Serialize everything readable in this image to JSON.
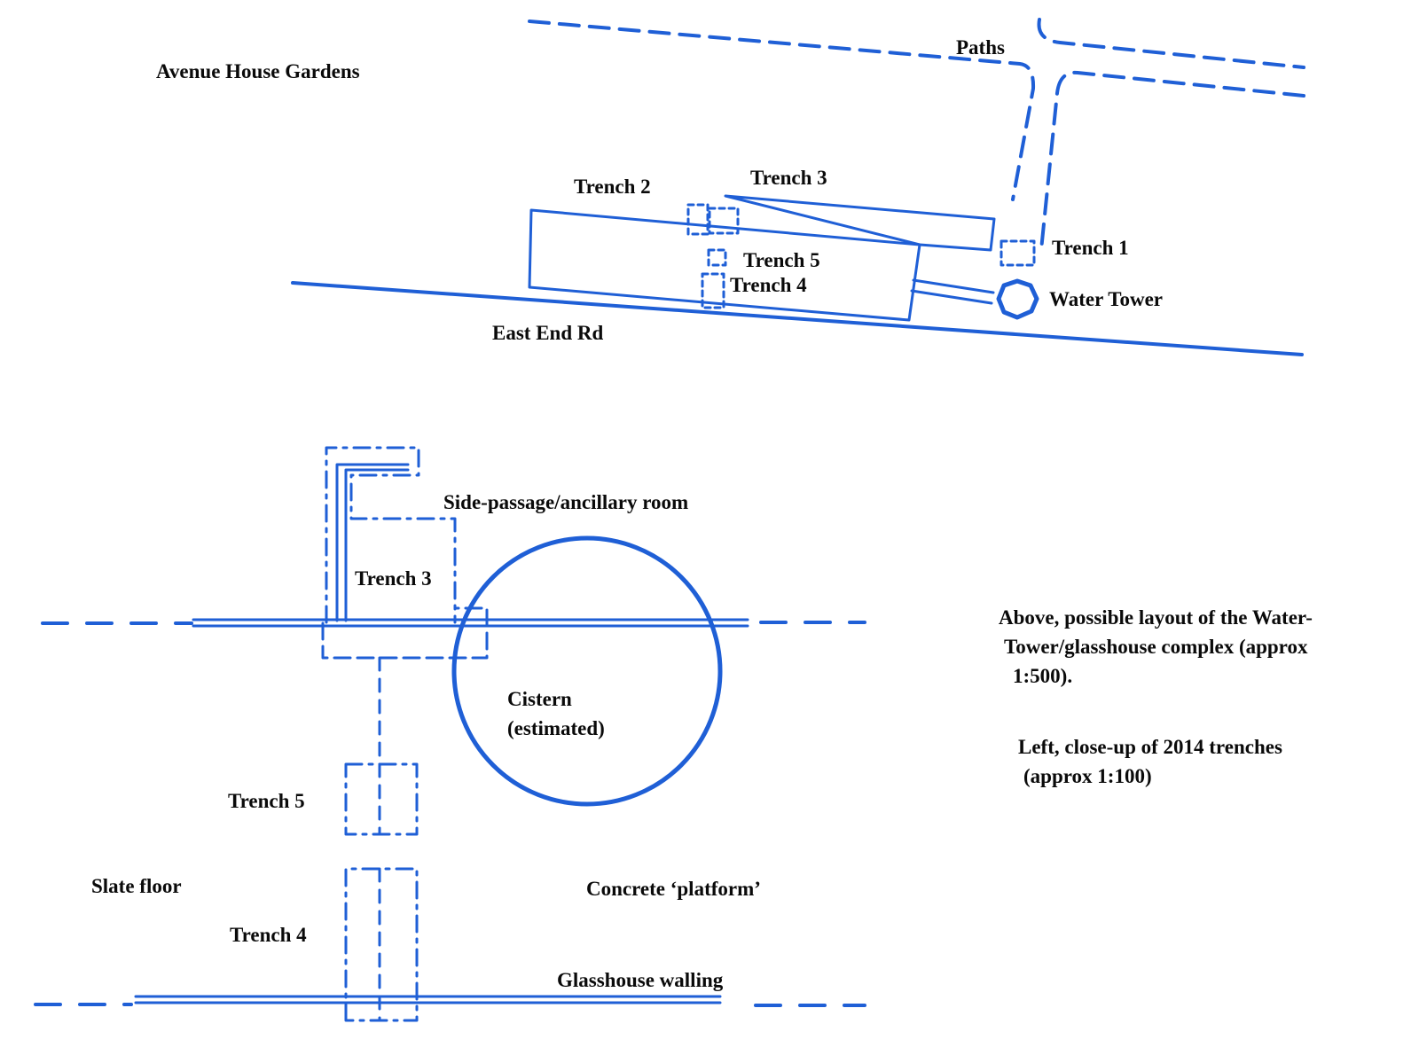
{
  "site_plan": {
    "gardens_label": "Avenue House Gardens",
    "paths_label": "Paths",
    "trench_1": "Trench 1",
    "trench_2": "Trench 2",
    "trench_3": "Trench 3",
    "trench_4": "Trench 4",
    "trench_5": "Trench 5",
    "water_tower": "Water Tower",
    "road": "East End Rd"
  },
  "close_up": {
    "side_passage": "Side-passage/ancillary room",
    "trench_3": "Trench 3",
    "cistern_line1": "Cistern",
    "cistern_line2": "(estimated)",
    "trench_5": "Trench 5",
    "trench_4": "Trench 4",
    "slate_floor": "Slate floor",
    "concrete_platform": "Concrete ‘platform’",
    "glasshouse_walling": "Glasshouse walling"
  },
  "notes": {
    "above": [
      "Above, possible layout of the Water-",
      "Tower/glasshouse complex (approx",
      "1:500)."
    ],
    "left": [
      "Left, close-up of 2014 trenches",
      "(approx 1:100)"
    ]
  },
  "colors": {
    "ink": "#1f5fd6",
    "text": "#0a0a0a",
    "background": "#ffffff"
  }
}
